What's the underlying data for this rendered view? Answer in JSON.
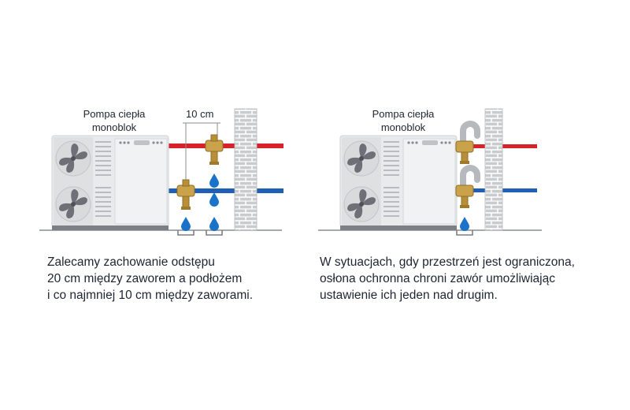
{
  "left": {
    "unit_label_line1": "Pompa ciepła",
    "unit_label_line2": "monoblok",
    "spacing_label": "10 cm",
    "caption_lines": [
      "Zalecamy zachowanie odstępu",
      "20 cm między zaworem a podłożem",
      "i co najmniej 10 cm między zaworami."
    ]
  },
  "right": {
    "unit_label_line1": "Pompa ciepła",
    "unit_label_line2": "monoblok",
    "caption_lines": [
      "W sytuacjach, gdy przestrzeń jest ograniczona,",
      "osłona ochronna chroni zawór umożliwiając",
      "ustawienie ich jeden nad drugim."
    ]
  },
  "colors": {
    "hot_pipe": "#d8222a",
    "cold_pipe": "#1f5fb5",
    "brick": "#c9cbcd",
    "unit_body": "#e9eaec",
    "water_drop": "#1a73c9",
    "valve_brass": "#c9a24a"
  },
  "icons": [
    "fan-icon",
    "valve-icon",
    "water-drop-icon",
    "protective-cover-icon",
    "brick-wall-icon"
  ]
}
